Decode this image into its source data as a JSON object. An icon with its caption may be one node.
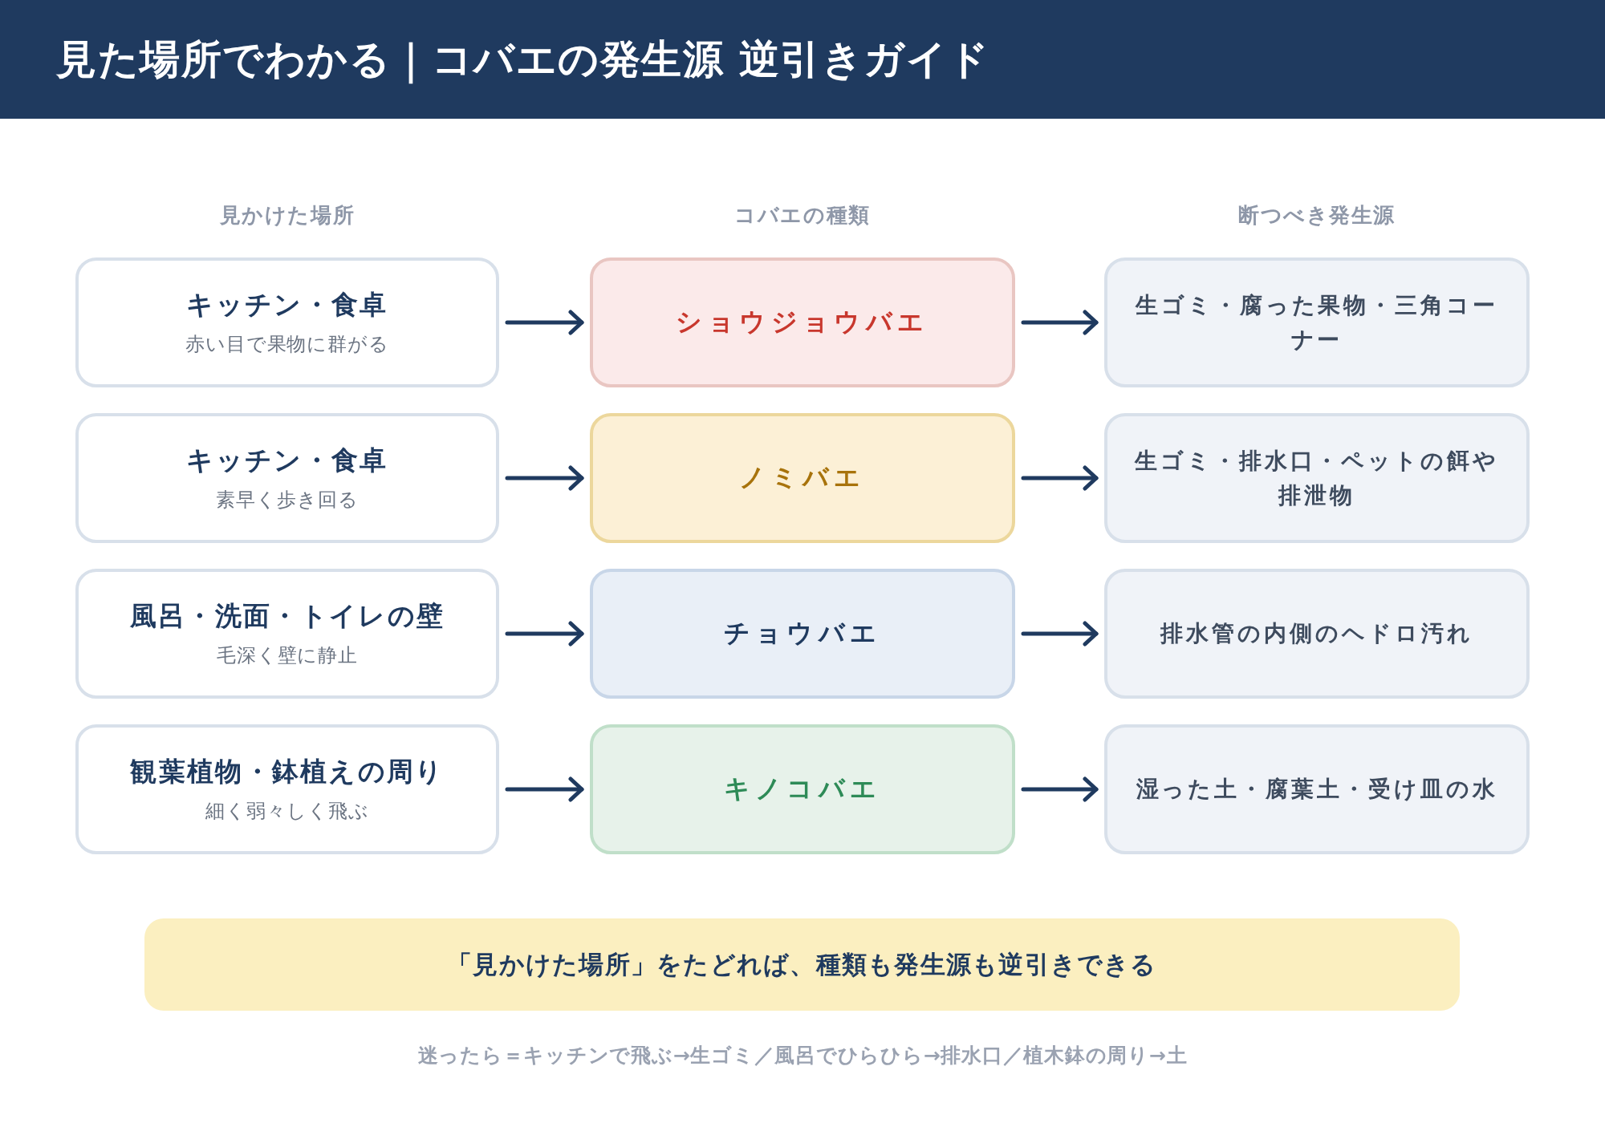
{
  "diagram": {
    "title": "見た場所でわかる｜コバエの発生源 逆引きガイド",
    "nodes": [
      {
        "text": [
          "キッチン・食卓",
          "赤い目で果物に群がる"
        ]
      },
      {
        "text": [
          "ショウジョウバエ"
        ]
      },
      {
        "text": [
          "生ゴミ・腐った果物・三角コーナー"
        ]
      },
      {
        "text": [
          "キッチン・食卓",
          "素早く歩き回る"
        ]
      },
      {
        "text": [
          "ノミバエ"
        ]
      },
      {
        "text": [
          "生ゴミ・排水口・ペットの餌や排泄物"
        ]
      },
      {
        "text": [
          "風呂・洗面・トイレの壁",
          "毛深く壁に静止"
        ]
      },
      {
        "text": [
          "チョウバエ"
        ]
      },
      {
        "text": [
          "排水管の内側のヘドロ汚れ"
        ]
      },
      {
        "text": [
          "観葉植物・鉢植えの周り",
          "細く弱々しく飛ぶ"
        ]
      },
      {
        "text": [
          "キノコバエ"
        ]
      },
      {
        "text": [
          "湿った土・腐葉土・受け皿の水"
        ]
      },
      {
        "text": [
          "「見かけた場所」をたどれば、種類も発生源も逆引きできる"
        ]
      }
    ],
    "edges": [
      {
        "from": 0,
        "to": 1,
        "arrow": "to"
      },
      {
        "from": 1,
        "to": 2,
        "arrow": "to"
      },
      {
        "from": 3,
        "to": 4,
        "arrow": "to"
      },
      {
        "from": 4,
        "to": 5,
        "arrow": "to"
      },
      {
        "from": 6,
        "to": 7,
        "arrow": "to"
      },
      {
        "from": 7,
        "to": 8,
        "arrow": "to"
      },
      {
        "from": 9,
        "to": 10,
        "arrow": "to"
      },
      {
        "from": 10,
        "to": 11,
        "arrow": "to"
      }
    ],
    "labels": [
      "見かけた場所",
      "コバエの種類",
      "断つべき発生源",
      "迷ったら＝キッチンで飛ぶ→生ゴミ／風呂でひらひら→排水口／植木鉢の周り→土"
    ]
  }
}
